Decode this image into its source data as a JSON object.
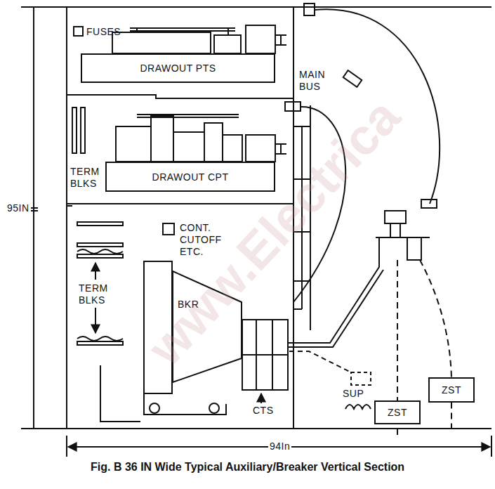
{
  "diagram": {
    "caption": "Fig. B 36 IN Wide Typical Auxiliary/Breaker Vertical Section",
    "nodes": [
      {
        "text": [
          "DRAWOUT PTS"
        ]
      },
      {
        "text": [
          "DRAWOUT CPT"
        ]
      },
      {
        "text": [
          "BKR"
        ]
      },
      {
        "text": [
          "ZST"
        ]
      },
      {
        "text": [
          "ZST"
        ]
      }
    ],
    "labels": [
      "FUSES",
      "TERM BLKS",
      "MAIN BUS",
      "95IN",
      "CONT. CUTOFF ETC.",
      "TERM BLKS",
      "CTS",
      "SUP",
      "94In",
      "www.Electrica"
    ]
  }
}
